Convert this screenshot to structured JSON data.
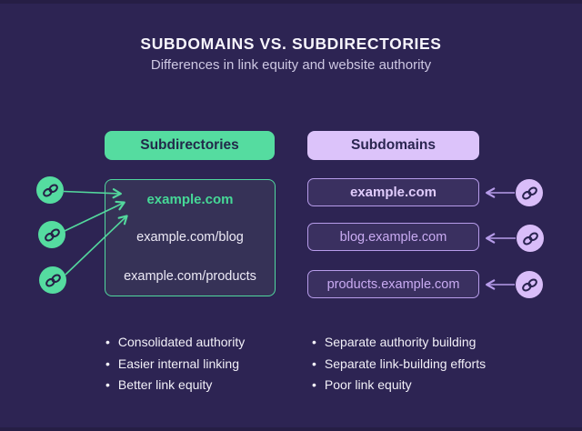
{
  "title": "SUBDOMAINS VS. SUBDIRECTORIES",
  "subtitle": "Differences in link equity and website authority",
  "left": {
    "header": "Subdirectories",
    "domains": [
      "example.com",
      "example.com/blog",
      "example.com/products"
    ],
    "bullets": [
      "Consolidated authority",
      "Easier internal linking",
      "Better link equity"
    ]
  },
  "right": {
    "header": "Subdomains",
    "domains": [
      "example.com",
      "blog.example.com",
      "products.example.com"
    ],
    "bullets": [
      "Separate authority building",
      "Separate link-building efforts",
      "Poor link equity"
    ]
  },
  "icons": {
    "left_link_icons": "chain-link-icon",
    "right_link_icons": "chain-link-icon",
    "arrow_style": "open-chevron"
  },
  "colors": {
    "background": "#2d2453",
    "green_accent": "#55dca0",
    "green_text": "#46d897",
    "lavender_accent": "#dcc3fa",
    "lavender_border": "#b79cea",
    "lavender_text": "#c9abf2",
    "white_text": "#f2f0f8",
    "dark_text_on_pill": "#22294a"
  }
}
